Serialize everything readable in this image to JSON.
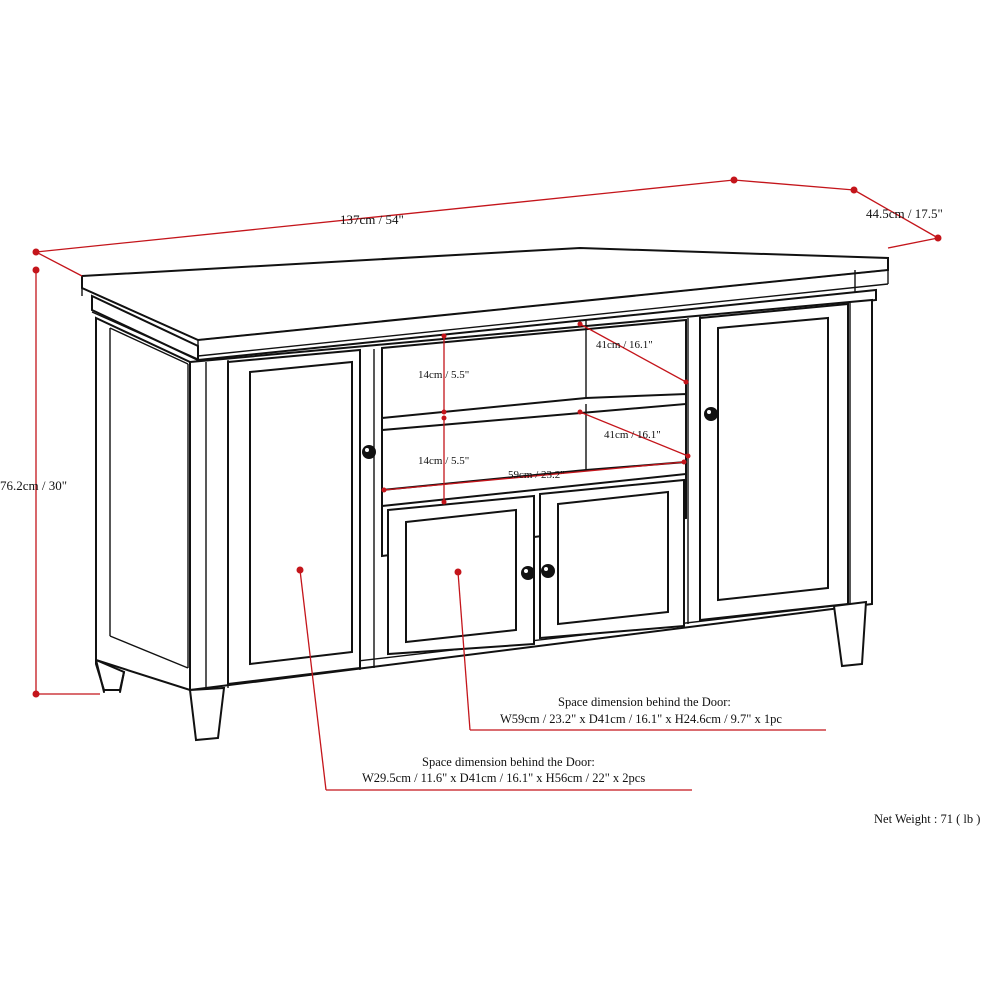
{
  "dimensions": {
    "width": "137cm / 54\"",
    "depth": "44.5cm / 17.5\"",
    "height": "76.2cm / 30\"",
    "upper_shelf_depth": "41cm / 16.1\"",
    "upper_shelf_height": "14cm / 5.5\"",
    "lower_shelf_depth": "41cm / 16.1\"",
    "lower_shelf_height": "14cm / 5.5\"",
    "shelf_width": "59cm / 23.2\""
  },
  "notes": {
    "center_space_title": "Space dimension behind the Door:",
    "center_space_detail": "W59cm / 23.2\" x D41cm / 16.1\" x H24.6cm / 9.7\" x 1pc",
    "side_space_title": "Space dimension behind the Door:",
    "side_space_detail": "W29.5cm / 11.6\" x D41cm / 16.1\" x H56cm / 22\" x 2pcs"
  },
  "net_weight": "Net Weight : 71 ( lb )",
  "colors": {
    "line": "#111111",
    "dimension": "#c4151b",
    "background": "#ffffff"
  }
}
